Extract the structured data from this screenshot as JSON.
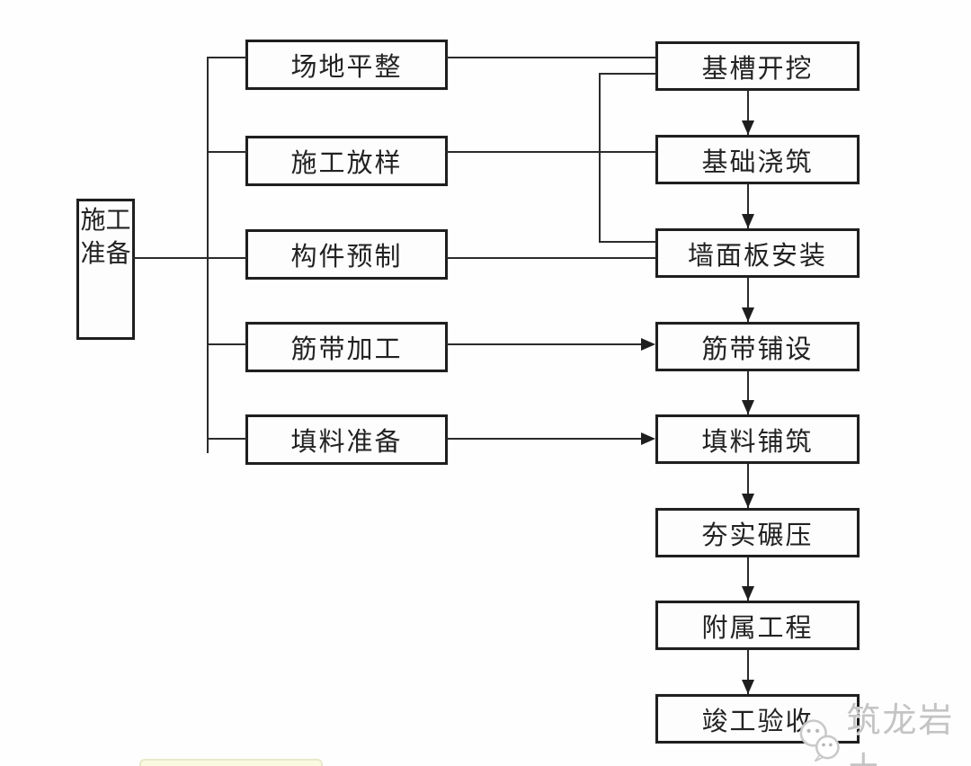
{
  "diagram": {
    "kind": "construction-process-flowchart",
    "start_node": {
      "label": "施工准备"
    },
    "prep_tasks": [
      {
        "label": "场地平整"
      },
      {
        "label": "施工放样"
      },
      {
        "label": "构件预制"
      },
      {
        "label": "筋带加工"
      },
      {
        "label": "填料准备"
      }
    ],
    "main_sequence": [
      "基槽开挖",
      "基础浇筑",
      "墙面板安装",
      "筋带铺设",
      "填料铺筑",
      "夯实碾压",
      "附属工程",
      "竣工验收"
    ],
    "edges": [
      {
        "from": "施工准备",
        "to": "场地平整",
        "arrow": false
      },
      {
        "from": "施工准备",
        "to": "施工放样",
        "arrow": false
      },
      {
        "from": "施工准备",
        "to": "构件预制",
        "arrow": false
      },
      {
        "from": "施工准备",
        "to": "筋带加工",
        "arrow": false
      },
      {
        "from": "施工准备",
        "to": "填料准备",
        "arrow": false
      },
      {
        "from": "场地平整",
        "to": "基槽开挖",
        "arrow": false
      },
      {
        "from": "施工放样",
        "to": "基础浇筑",
        "arrow": false
      },
      {
        "from": "构件预制",
        "to": "墙面板安装",
        "arrow": false
      },
      {
        "from": "基槽开挖",
        "to": "墙面板安装",
        "arrow": false,
        "type": "bypass"
      },
      {
        "from": "筋带加工",
        "to": "筋带铺设",
        "arrow": true
      },
      {
        "from": "填料准备",
        "to": "填料铺筑",
        "arrow": true
      },
      {
        "from": "基槽开挖",
        "to": "基础浇筑",
        "arrow": true
      },
      {
        "from": "基础浇筑",
        "to": "墙面板安装",
        "arrow": true
      },
      {
        "from": "墙面板安装",
        "to": "筋带铺设",
        "arrow": true
      },
      {
        "from": "筋带铺设",
        "to": "填料铺筑",
        "arrow": true
      },
      {
        "from": "填料铺筑",
        "to": "夯实碾压",
        "arrow": true
      },
      {
        "from": "夯实碾压",
        "to": "附属工程",
        "arrow": true
      },
      {
        "from": "附属工程",
        "to": "竣工验收",
        "arrow": true
      }
    ],
    "watermark": {
      "icon": "wechat-logo-icon",
      "text": "筑龙岩土"
    },
    "colors": {
      "box_border": "#1f1f1f",
      "line": "#2b2b2b",
      "box_fill": "#fdfdfd",
      "watermark_text": "#c4c4c4",
      "highlight_bar": "#fafae1"
    }
  }
}
